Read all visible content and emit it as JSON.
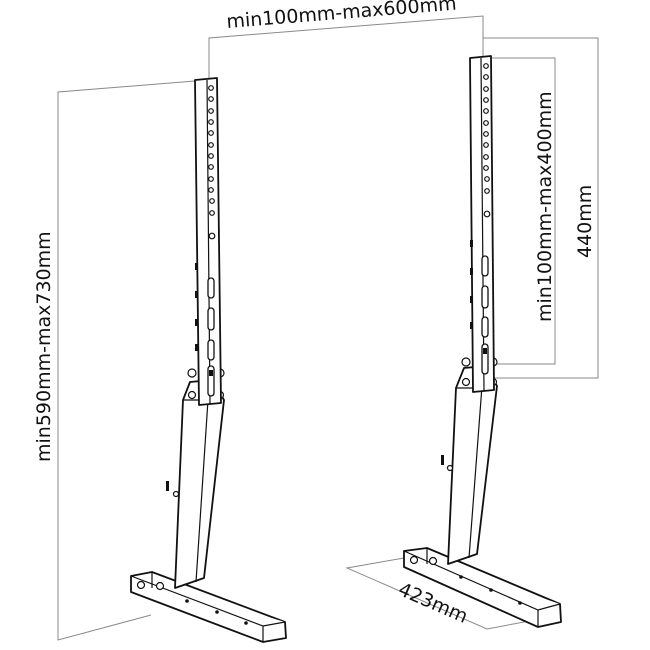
{
  "dimensions": {
    "width_range": "min100mm-max600mm",
    "height_range": "min590mm-max730mm",
    "vesa_vertical_range": "min100mm-max400mm",
    "vertical_span": "440mm",
    "base_depth": "423mm"
  },
  "colors": {
    "outline": "#111111",
    "dimension_line": "#8a8a8a",
    "background": "#ffffff"
  }
}
